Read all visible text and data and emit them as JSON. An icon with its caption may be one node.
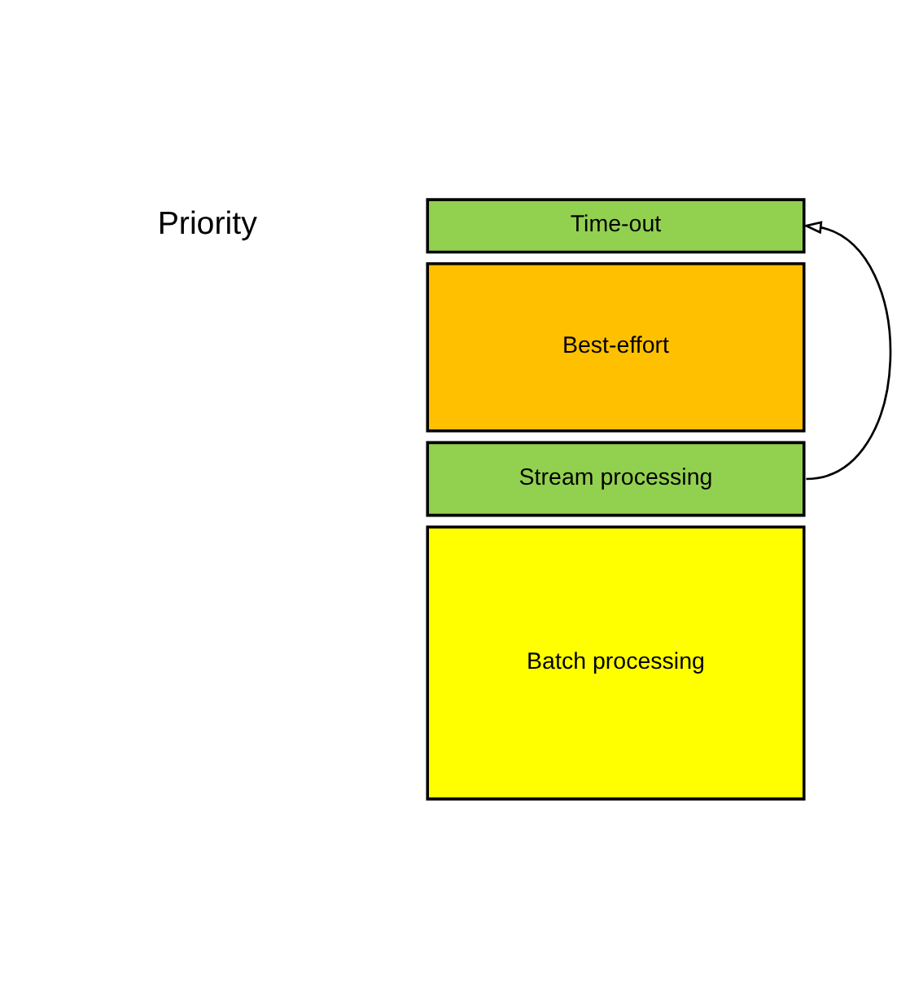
{
  "diagram": {
    "nodes": [
      {
        "text": [
          "Time-out"
        ]
      },
      {
        "text": [
          "Best-effort"
        ]
      },
      {
        "text": [
          "Stream processing"
        ]
      },
      {
        "text": [
          "Batch processing"
        ]
      }
    ],
    "edges": [
      {
        "from": 2,
        "to": 0,
        "arrow": "to"
      }
    ],
    "labels": [
      "Priority"
    ]
  }
}
